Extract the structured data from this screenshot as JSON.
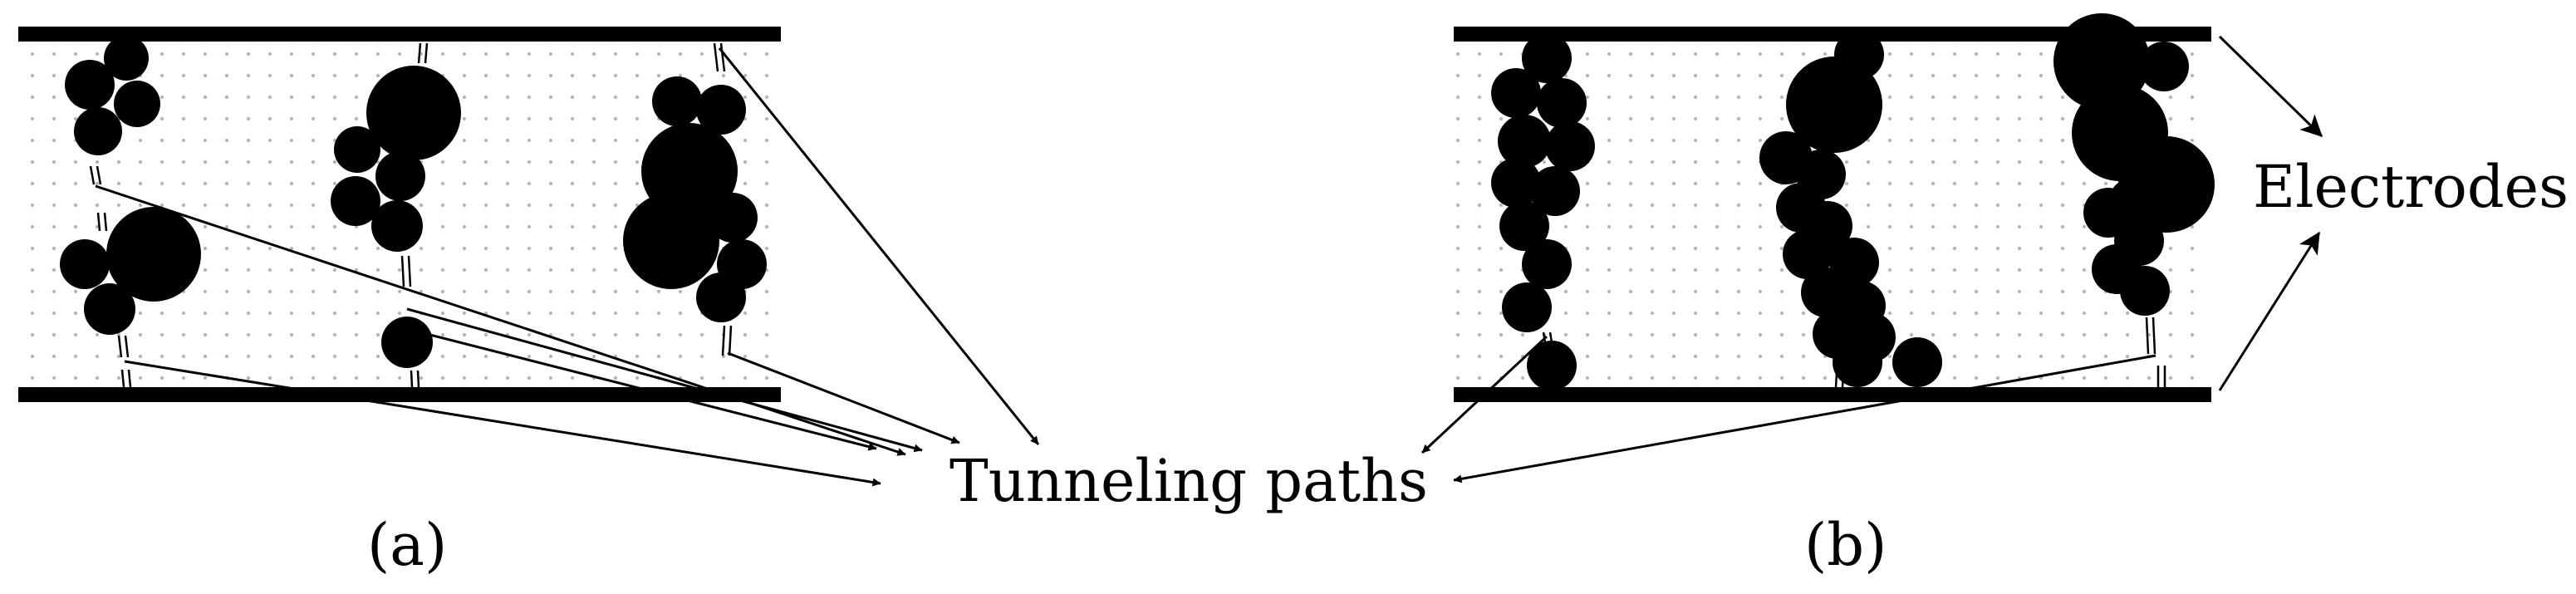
{
  "labels": {
    "tunneling_paths": "Tunneling paths",
    "electrodes": "Electrodes",
    "panel_a": "(a)",
    "panel_b": "(b)"
  },
  "colors": {
    "ink": "#000000",
    "dot": "#b4b4b4",
    "background": "#ffffff"
  }
}
